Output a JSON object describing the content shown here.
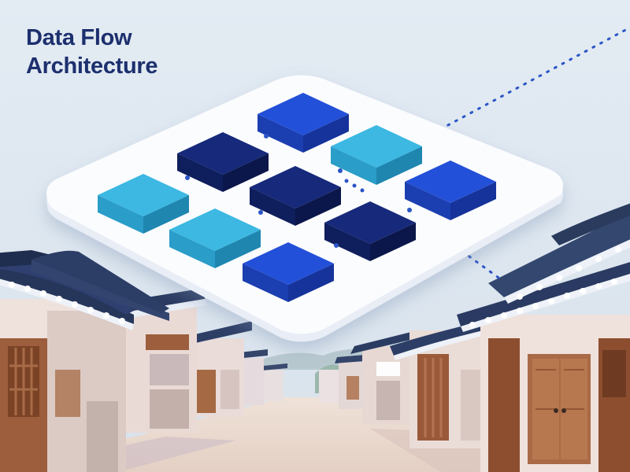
{
  "title": {
    "line1": "Data Flow",
    "line2": "Architecture"
  },
  "palette": {
    "sky": "#dfe8f0",
    "title": "#1c2f6e",
    "platform": "#fbfcfe",
    "block_light": "#3cb8e2",
    "block_dark": "#16297a",
    "block_mid": "#2350d8",
    "connector": "#2b55c7",
    "roof": "#2a3b5e",
    "wood": "#8a5636"
  },
  "blocks": [
    {
      "name": "block-top",
      "color": "mid"
    },
    {
      "name": "block-upper-left",
      "color": "dark"
    },
    {
      "name": "block-upper-right",
      "color": "light"
    },
    {
      "name": "block-center",
      "color": "dark"
    },
    {
      "name": "block-left",
      "color": "light"
    },
    {
      "name": "block-right",
      "color": "mid"
    },
    {
      "name": "block-lower-left",
      "color": "light"
    },
    {
      "name": "block-lower-right",
      "color": "dark"
    },
    {
      "name": "block-bottom",
      "color": "mid"
    }
  ]
}
